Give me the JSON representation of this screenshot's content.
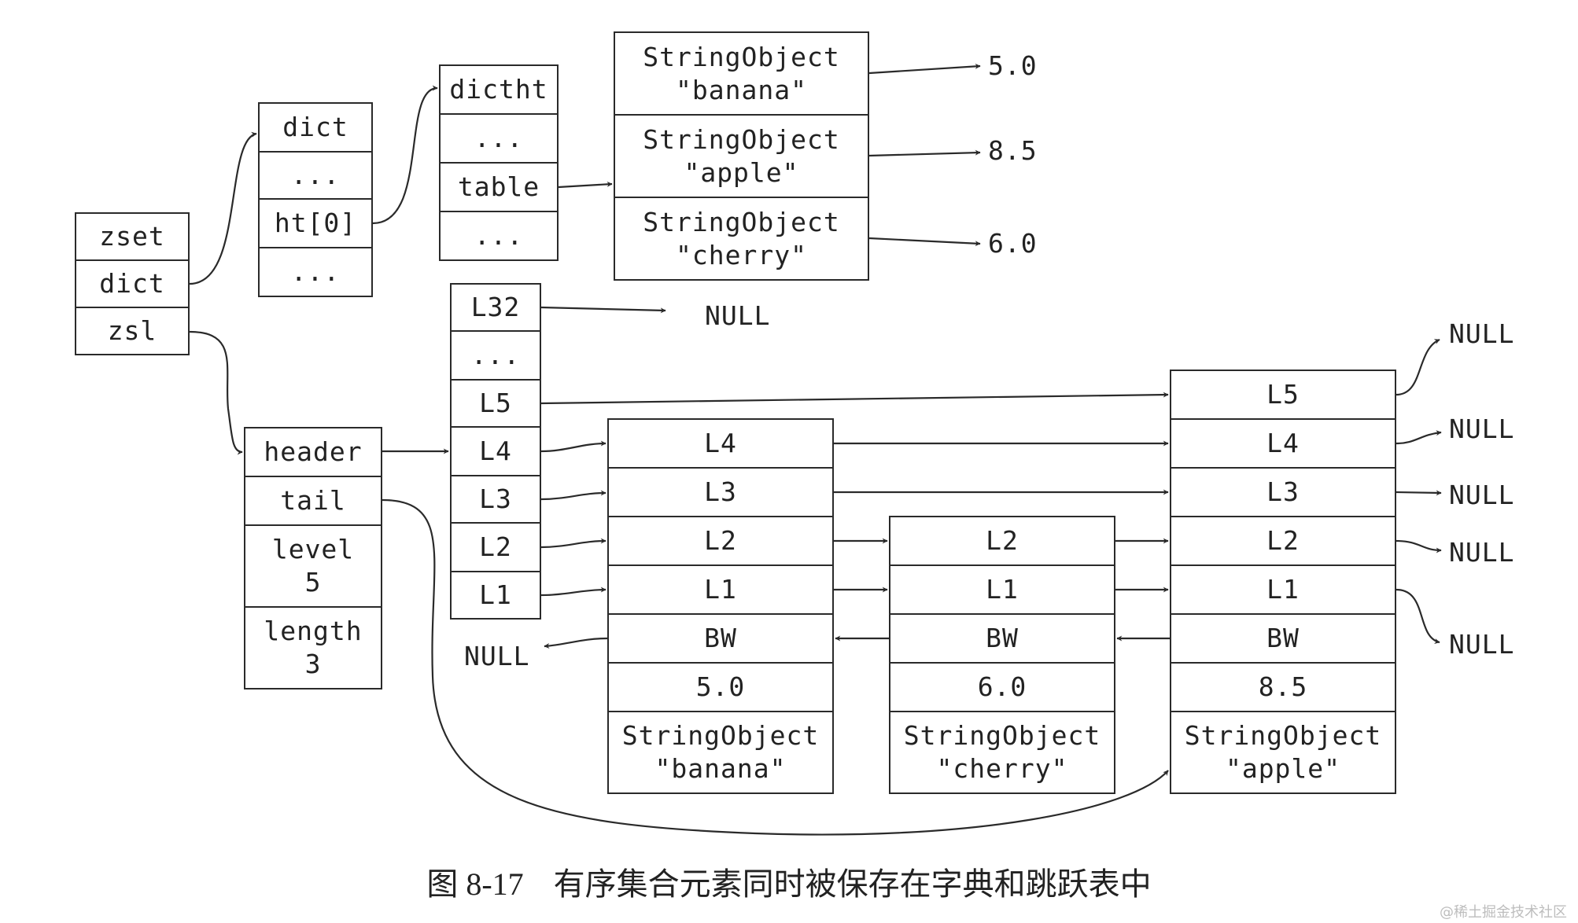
{
  "zset": {
    "fields": [
      "zset",
      "dict",
      "zsl"
    ]
  },
  "dict": {
    "fields": [
      "dict",
      "...",
      "ht[0]",
      "..."
    ]
  },
  "dictht": {
    "fields": [
      "dictht",
      "...",
      "table",
      "..."
    ]
  },
  "dict_entries": [
    {
      "line1": "StringObject",
      "line2": "\"banana\"",
      "score": "5.0"
    },
    {
      "line1": "StringObject",
      "line2": "\"apple\"",
      "score": "8.5"
    },
    {
      "line1": "StringObject",
      "line2": "\"cherry\"",
      "score": "6.0"
    }
  ],
  "zskiplist": {
    "header": "header",
    "tail": "tail",
    "level_label": "level",
    "level_value": "5",
    "length_label": "length",
    "length_value": "3"
  },
  "header_node": {
    "levels": [
      "L32",
      "...",
      "L5",
      "L4",
      "L3",
      "L2",
      "L1"
    ]
  },
  "nodes": [
    {
      "levels": [
        "L4",
        "L3",
        "L2",
        "L1"
      ],
      "backward": "BW",
      "score": "5.0",
      "obj_line1": "StringObject",
      "obj_line2": "\"banana\""
    },
    {
      "levels": [
        "L2",
        "L1"
      ],
      "backward": "BW",
      "score": "6.0",
      "obj_line1": "StringObject",
      "obj_line2": "\"cherry\""
    },
    {
      "levels": [
        "L5",
        "L4",
        "L3",
        "L2",
        "L1"
      ],
      "backward": "BW",
      "score": "8.5",
      "obj_line1": "StringObject",
      "obj_line2": "\"apple\""
    }
  ],
  "null_text": "NULL",
  "caption": {
    "number": "图 8-17",
    "text": "有序集合元素同时被保存在字典和跳跃表中"
  },
  "watermark": "@稀土掘金技术社区"
}
